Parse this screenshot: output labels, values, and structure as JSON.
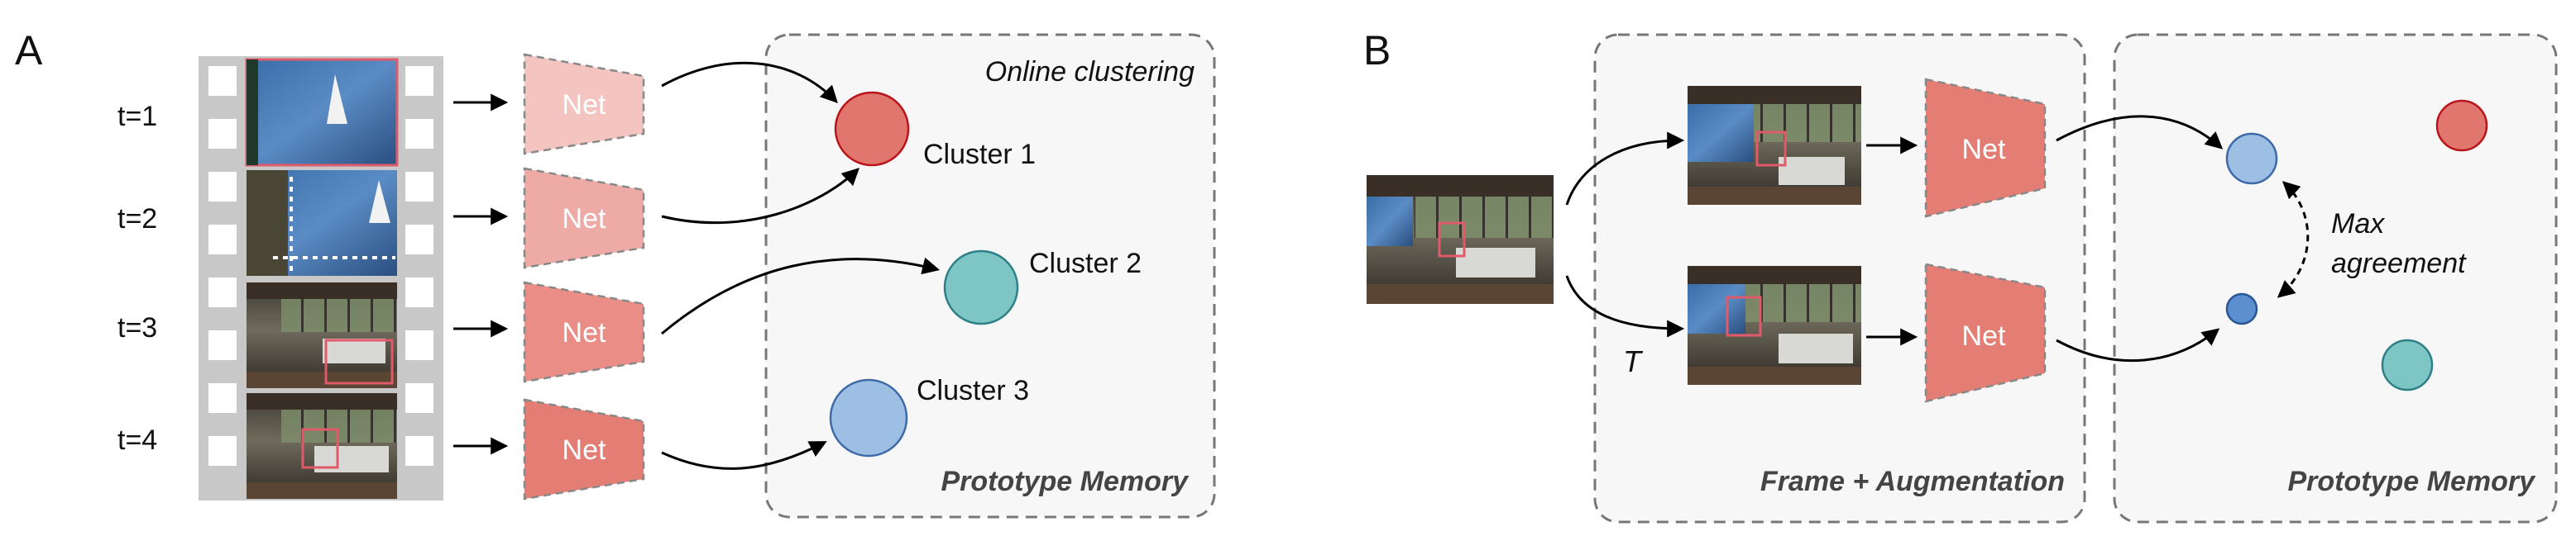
{
  "panel_a": {
    "letter": "A",
    "time_labels": [
      "t=1",
      "t=2",
      "t=3",
      "t=4"
    ],
    "net_label": "Net",
    "net_colors": [
      "#f4c4c0",
      "#eeaaa5",
      "#e98d86",
      "#e47d74"
    ],
    "box_title": "Online clustering",
    "box_footer": "Prototype Memory",
    "clusters": [
      {
        "label": "Cluster 1",
        "color": "#e0766d",
        "stroke": "#b8161c"
      },
      {
        "label": "Cluster 2",
        "color": "#7ec6c6",
        "stroke": "#2f7f86"
      },
      {
        "label": "Cluster 3",
        "color": "#9dbfe3",
        "stroke": "#3f6aa8"
      }
    ]
  },
  "panel_b": {
    "letter": "B",
    "net_label": "Net",
    "net_color": "#e47d74",
    "transform_label": "T",
    "aug_box_footer": "Frame + Augmentation",
    "memory_box_footer": "Prototype Memory",
    "agreement_label_1": "Max",
    "agreement_label_2": "agreement",
    "prototypes": [
      {
        "name": "blue-large",
        "color": "#9dbfe3",
        "stroke": "#3f6aa8"
      },
      {
        "name": "red",
        "color": "#e0766d",
        "stroke": "#b8161c"
      },
      {
        "name": "blue-small",
        "color": "#5b8fd0",
        "stroke": "#2a5694"
      },
      {
        "name": "teal",
        "color": "#7ec6c6",
        "stroke": "#2f7f86"
      }
    ]
  }
}
